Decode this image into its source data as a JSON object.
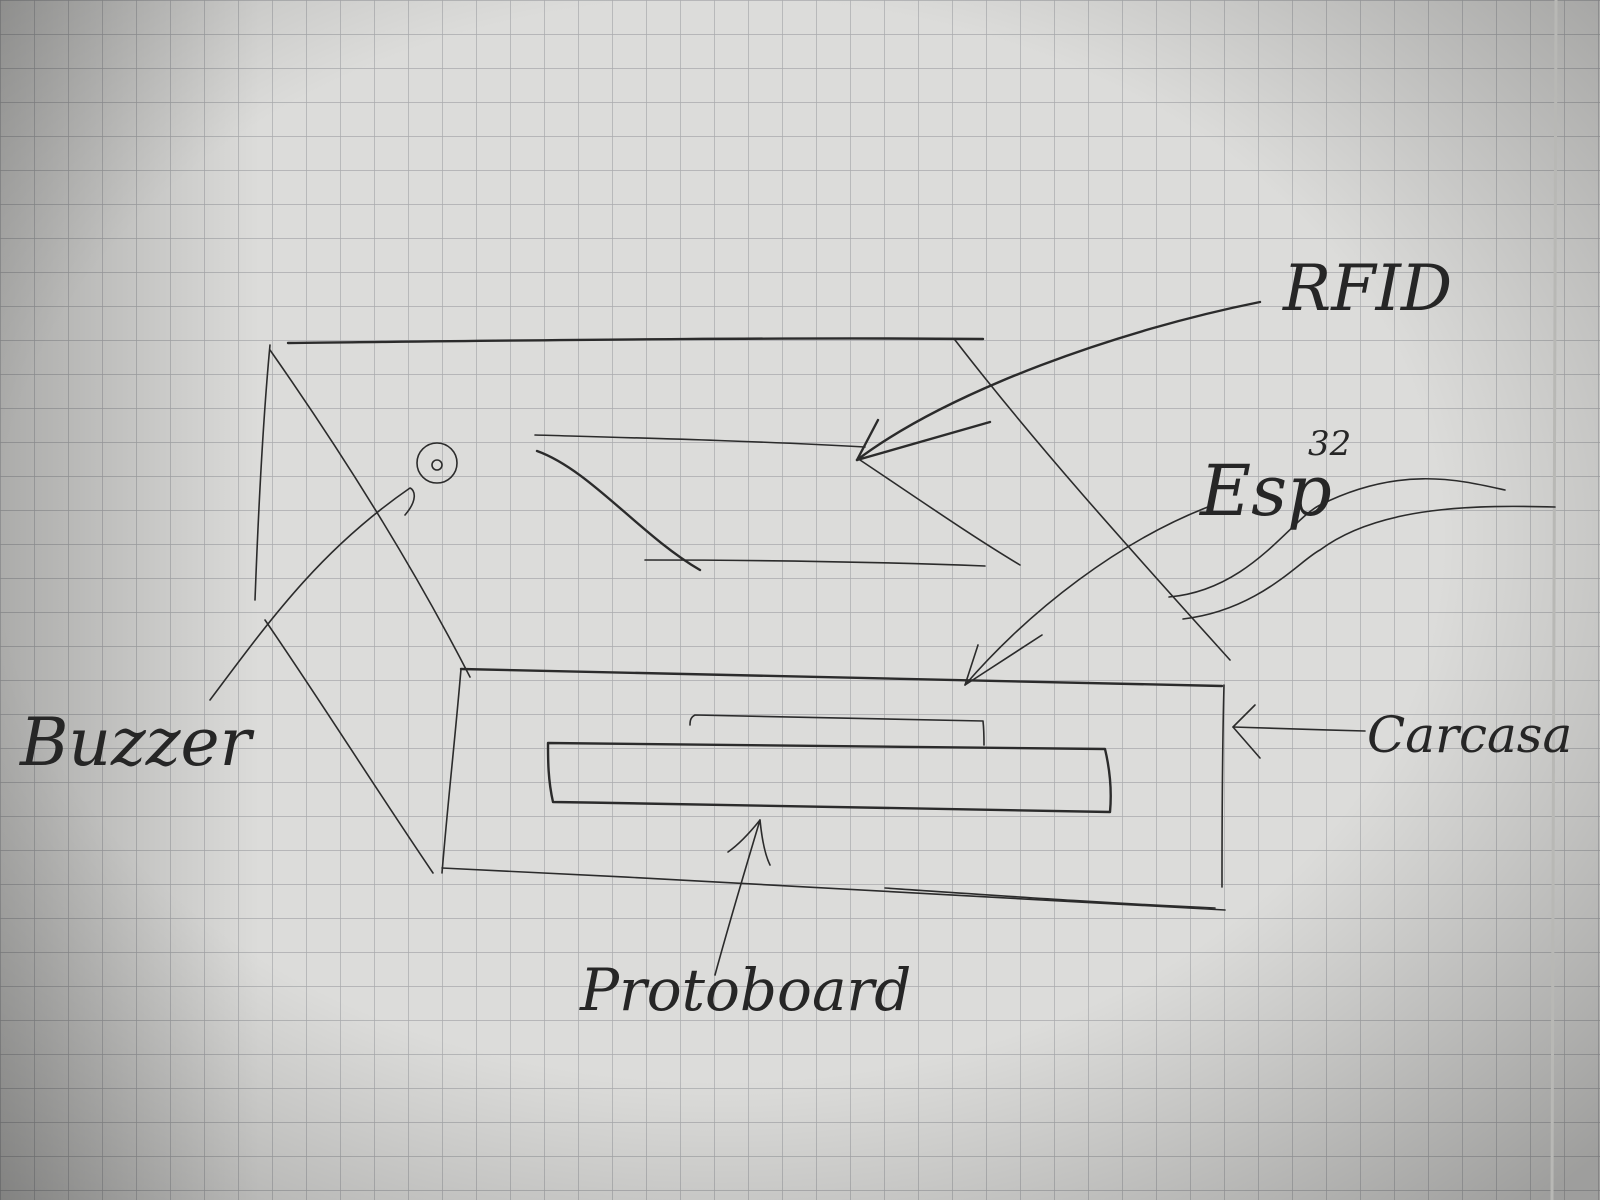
{
  "labels": {
    "rfid": "RFID",
    "esp": "Esp",
    "esp_superscript": "32",
    "buzzer": "Buzzer",
    "carcasa": "Carcasa",
    "protoboard": "Protoboard"
  },
  "colors": {
    "paper": "#dcdcda",
    "grid_line": "#a9aaad",
    "pencil": "#2b2b2b"
  }
}
